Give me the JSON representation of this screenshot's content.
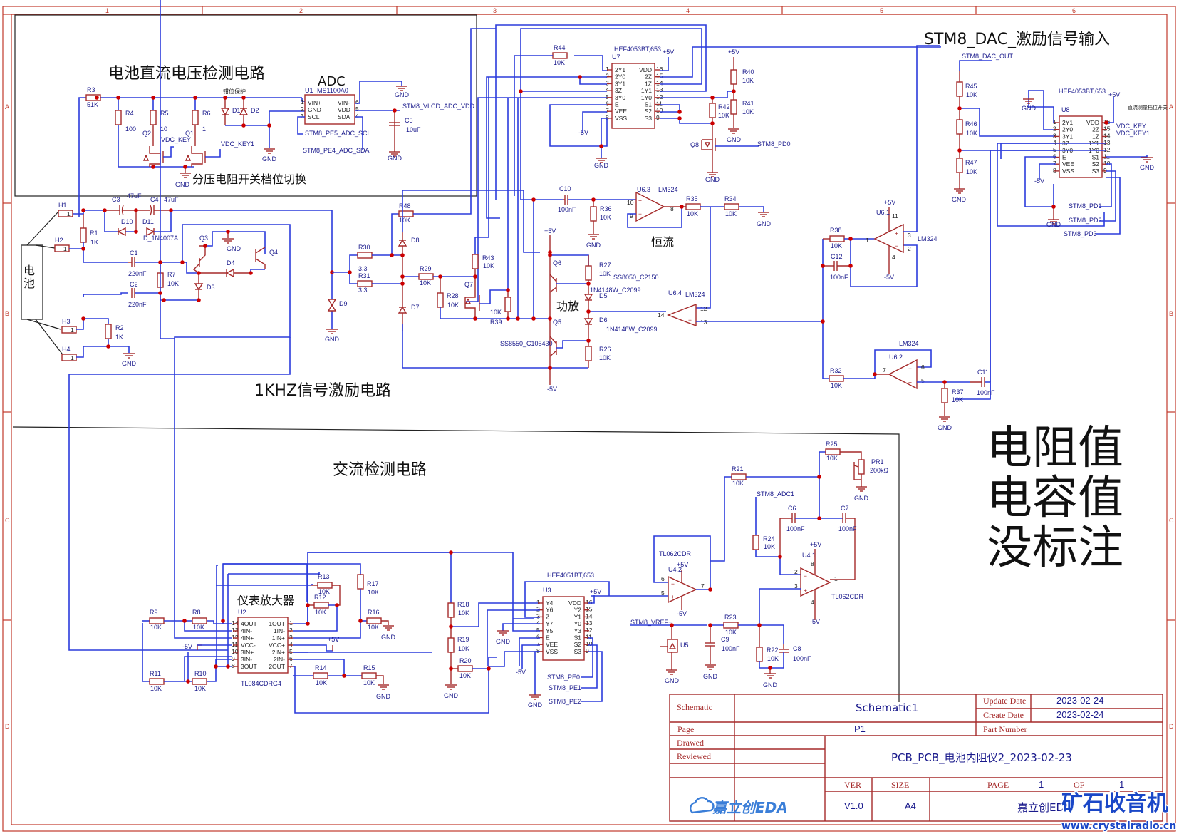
{
  "frame": {
    "columns": [
      "1",
      "2",
      "3",
      "4",
      "5",
      "6"
    ],
    "rows": [
      "A",
      "B",
      "C",
      "D"
    ]
  },
  "sections": {
    "dc_title": "电池直流电压检测电路",
    "adc_title": "ADC",
    "clamp": "钳位保护",
    "divider_switch": "分压电阻开关档位切换",
    "battery": "电池",
    "excite_title": "1KHZ信号激励电路",
    "power_amp": "功放",
    "const_current": "恒流",
    "dac_title": "STM8_DAC_激励信号输入",
    "ac_title": "交流检测电路",
    "inamp_title": "仪表放大器",
    "note_line1": "电阻值",
    "note_line2": "电容值",
    "note_line3": "没标注",
    "u8_note": "直流测量档位开关"
  },
  "components": {
    "R3": {
      "ref": "R3",
      "val": "51K"
    },
    "R4": {
      "ref": "R4",
      "val": "100"
    },
    "R5": {
      "ref": "R5",
      "val": "10"
    },
    "R6": {
      "ref": "R6",
      "val": "1"
    },
    "Q1": {
      "ref": "Q1"
    },
    "Q2": {
      "ref": "Q2"
    },
    "D1": {
      "ref": "D1"
    },
    "D2": {
      "ref": "D2"
    },
    "U1": {
      "ref": "U1",
      "part": "MS1100A0",
      "pins_left": [
        "VIN+",
        "GND",
        "SCL"
      ],
      "pins_right": [
        "VIN-",
        "VDD",
        "SDA"
      ],
      "nums_left": [
        "1",
        "2",
        "3"
      ],
      "nums_right": [
        "6",
        "5",
        "4"
      ]
    },
    "C5": {
      "ref": "C5",
      "val": "10uF"
    },
    "R44": {
      "ref": "R44",
      "val": "10K"
    },
    "U7": {
      "ref": "U7",
      "part": "HEF4053BT,653",
      "pins_left": [
        "2Y1",
        "2Y0",
        "3Y1",
        "3Z",
        "3Y0",
        "E",
        "VEE",
        "VSS"
      ],
      "pins_right": [
        "VDD",
        "2Z",
        "1Z",
        "1Y1",
        "1Y0",
        "S1",
        "S2",
        "S3"
      ],
      "nums_left": [
        "1",
        "2",
        "3",
        "4",
        "5",
        "6",
        "7",
        "8"
      ],
      "nums_right": [
        "16",
        "15",
        "14",
        "13",
        "12",
        "11",
        "10",
        "9"
      ]
    },
    "R40": {
      "ref": "R40",
      "val": "10K"
    },
    "R41": {
      "ref": "R41",
      "val": "10K"
    },
    "R42": {
      "ref": "R42",
      "val": "10K"
    },
    "Q8": {
      "ref": "Q8"
    },
    "R45": {
      "ref": "R45",
      "val": "10K"
    },
    "R46": {
      "ref": "R46",
      "val": "10K"
    },
    "R47": {
      "ref": "R47",
      "val": "10K"
    },
    "U8": {
      "ref": "U8",
      "part": "HEF4053BT,653",
      "pins_left": [
        "2Y1",
        "2Y0",
        "3Y1",
        "3Z",
        "3Y0",
        "E",
        "VEE",
        "VSS"
      ],
      "pins_right": [
        "VDD",
        "2Z",
        "1Z",
        "1Y1",
        "1Y0",
        "S1",
        "S2",
        "S3"
      ],
      "nums_left": [
        "1",
        "2",
        "3",
        "4",
        "5",
        "6",
        "7",
        "8"
      ],
      "nums_right": [
        "16",
        "15",
        "14",
        "13",
        "12",
        "11",
        "10",
        "9"
      ]
    },
    "H1": {
      "ref": "H1",
      "pin": "1"
    },
    "H2": {
      "ref": "H2",
      "pin": "1"
    },
    "H3": {
      "ref": "H3",
      "pin": "1"
    },
    "H4": {
      "ref": "H4",
      "pin": "1"
    },
    "R1": {
      "ref": "R1",
      "val": "1K"
    },
    "R2": {
      "ref": "R2",
      "val": "1K"
    },
    "C3": {
      "ref": "C3",
      "val": "47uF"
    },
    "C4": {
      "ref": "C4",
      "val": "47uF"
    },
    "D10": {
      "ref": "D10"
    },
    "D11": {
      "ref": "D11",
      "val": "D_1N4007A"
    },
    "C1": {
      "ref": "C1",
      "val": "220nF"
    },
    "C2": {
      "ref": "C2",
      "val": "220nF"
    },
    "R7": {
      "ref": "R7",
      "val": "10K"
    },
    "Q3": {
      "ref": "Q3"
    },
    "Q4": {
      "ref": "Q4"
    },
    "D3": {
      "ref": "D3"
    },
    "D4": {
      "ref": "D4"
    },
    "D9": {
      "ref": "D9"
    },
    "R48": {
      "ref": "R48",
      "val": "10K"
    },
    "R30": {
      "ref": "R30",
      "val": "3.3"
    },
    "R31": {
      "ref": "R31",
      "val": "3.3"
    },
    "D8": {
      "ref": "D8"
    },
    "D7": {
      "ref": "D7"
    },
    "R29": {
      "ref": "R29",
      "val": "10K"
    },
    "R28": {
      "ref": "R28",
      "val": "10K"
    },
    "R43": {
      "ref": "R43",
      "val": "10K"
    },
    "Q7": {
      "ref": "Q7"
    },
    "R39": {
      "ref": "R39",
      "val": "10K"
    },
    "C10": {
      "ref": "C10",
      "val": "100nF"
    },
    "R36": {
      "ref": "R36",
      "val": "10K"
    },
    "U6_3": {
      "ref": "U6.3",
      "part": "LM324",
      "p_plus": "10",
      "p_minus": "9",
      "p_out": "8"
    },
    "R35": {
      "ref": "R35",
      "val": "10K"
    },
    "R34": {
      "ref": "R34",
      "val": "10K"
    },
    "Q6": {
      "ref": "Q6",
      "part": "SS8050_C2150"
    },
    "Q5": {
      "ref": "Q5",
      "part": "SS8550_C105430"
    },
    "R27": {
      "ref": "R27",
      "val": "10K"
    },
    "R26": {
      "ref": "R26",
      "val": "10K"
    },
    "D5": {
      "ref": "D5",
      "part": "1N4148W_C2099"
    },
    "D6": {
      "ref": "D6",
      "part": "1N4148W_C2099"
    },
    "U6_4": {
      "ref": "U6.4",
      "part": "LM324",
      "p_plus": "12",
      "p_minus": "13",
      "p_out": "14"
    },
    "U6_1": {
      "ref": "U6.1",
      "part": "LM324",
      "p_plus": "3",
      "p_minus": "2",
      "p_out": "1",
      "p_vcc": "11",
      "p_vee": "4"
    },
    "R38": {
      "ref": "R38",
      "val": "10K"
    },
    "C12": {
      "ref": "C12",
      "val": "100nF"
    },
    "R32": {
      "ref": "R32",
      "val": "10K"
    },
    "U6_2": {
      "ref": "U6.2",
      "part": "LM324",
      "p_plus": "5",
      "p_minus": "6",
      "p_out": "7"
    },
    "R37": {
      "ref": "R37",
      "val": "10K"
    },
    "C11": {
      "ref": "C11",
      "val": "100nF"
    },
    "U2": {
      "ref": "U2",
      "part": "TL084CDRG4",
      "pins_left": [
        "4OUT",
        "4IN-",
        "4IN+",
        "VCC-",
        "3IN+",
        "3IN-",
        "3OUT"
      ],
      "pins_right": [
        "1OUT",
        "1IN-",
        "1IN+",
        "VCC+",
        "2IN+",
        "2IN-",
        "2OUT"
      ],
      "nums_left": [
        "14",
        "13",
        "12",
        "11",
        "10",
        "9",
        "8"
      ],
      "nums_right": [
        "1",
        "2",
        "3",
        "4",
        "5",
        "6",
        "7"
      ]
    },
    "R8": {
      "ref": "R8",
      "val": "10K"
    },
    "R9": {
      "ref": "R9",
      "val": "10K"
    },
    "R10": {
      "ref": "R10",
      "val": "10K"
    },
    "R11": {
      "ref": "R11",
      "val": "10K"
    },
    "R12": {
      "ref": "R12",
      "val": "10K"
    },
    "R13": {
      "ref": "R13",
      "val": "10K"
    },
    "R14": {
      "ref": "R14",
      "val": "10K"
    },
    "R15": {
      "ref": "R15",
      "val": "10K"
    },
    "R16": {
      "ref": "R16",
      "val": "10K"
    },
    "R17": {
      "ref": "R17",
      "val": "10K"
    },
    "R18": {
      "ref": "R18",
      "val": "10K"
    },
    "R19": {
      "ref": "R19",
      "val": "10K"
    },
    "R20": {
      "ref": "R20",
      "val": "10K"
    },
    "U3": {
      "ref": "U3",
      "part": "HEF4051BT,653",
      "pins_left": [
        "Y4",
        "Y6",
        "Z",
        "Y7",
        "Y5",
        "E",
        "VEE",
        "VSS"
      ],
      "pins_right": [
        "VDD",
        "Y2",
        "Y1",
        "Y0",
        "Y3",
        "S1",
        "S2",
        "S3"
      ],
      "nums_left": [
        "1",
        "2",
        "3",
        "4",
        "5",
        "6",
        "7",
        "8"
      ],
      "nums_right": [
        "16",
        "15",
        "14",
        "13",
        "12",
        "11",
        "10",
        "9"
      ]
    },
    "U4_2": {
      "ref": "U4.2",
      "part": "TL062CDR",
      "p_plus": "5",
      "p_minus": "6",
      "p_out": "7"
    },
    "U4_1": {
      "ref": "U4.1",
      "part": "TL062CDR",
      "p_plus": "3",
      "p_minus": "2",
      "p_out": "1",
      "p_vcc": "8",
      "p_vee": "4"
    },
    "R21": {
      "ref": "R21",
      "val": "10K"
    },
    "R22": {
      "ref": "R22",
      "val": "10K"
    },
    "R23": {
      "ref": "R23",
      "val": "10K"
    },
    "R24": {
      "ref": "R24",
      "val": "10K"
    },
    "R25": {
      "ref": "R25",
      "val": "10K"
    },
    "PR1": {
      "ref": "PR1",
      "val": "200kΩ"
    },
    "C6": {
      "ref": "C6",
      "val": "100nF"
    },
    "C7": {
      "ref": "C7",
      "val": "100nF"
    },
    "C8": {
      "ref": "C8",
      "val": "100nF"
    },
    "C9": {
      "ref": "C9",
      "val": "100nF"
    },
    "U5": {
      "ref": "U5"
    }
  },
  "nets": {
    "gnd": "GND",
    "p5v": "+5V",
    "n5v": "-5V",
    "vdc_key": "VDC_KEY",
    "vdc_key1": "VDC_KEY1",
    "scl": "STM8_PE5_ADC_SCL",
    "sda": "STM8_PE4_ADC_SDA",
    "vlcd": "STM8_VLCD_ADC_VDD",
    "q8_gate": "STM8_PD0",
    "dac_out": "STM8_DAC_OUT",
    "pd1": "STM8_PD1",
    "pd2": "STM8_PD2",
    "pd3": "STM8_PD3",
    "u8_vdc_key": "VDC_KEY",
    "u8_vdc_key1": "VDC_KEY1",
    "adc1": "STM8_ADC1",
    "vref": "STM8_VREF+",
    "pe0": "STM8_PE0",
    "pe1": "STM8_PE1",
    "pe2": "STM8_PE2"
  },
  "title_block": {
    "schematic_label": "Schematic",
    "schematic_value": "Schematic1",
    "update_label": "Update Date",
    "update_value": "2023-02-24",
    "create_label": "Create Date",
    "create_value": "2023-02-24",
    "page_label": "Page",
    "page_value": "P1",
    "part_label": "Part Number",
    "part_value": "",
    "drawed_label": "Drawed",
    "reviewed_label": "Reviewed",
    "project": "PCB_PCB_电池内阻仪2_2023-02-23",
    "ver_label": "VER",
    "ver_value": "V1.0",
    "size_label": "SIZE",
    "size_value": "A4",
    "pg_label": "PAGE",
    "pg_value": "1",
    "of_label": "OF",
    "of_value": "1",
    "company": "嘉立创EDA",
    "logo_text": "嘉立创EDA"
  },
  "watermark": {
    "text": "矿石收音机",
    "url": "www.crystalradio.cn"
  }
}
